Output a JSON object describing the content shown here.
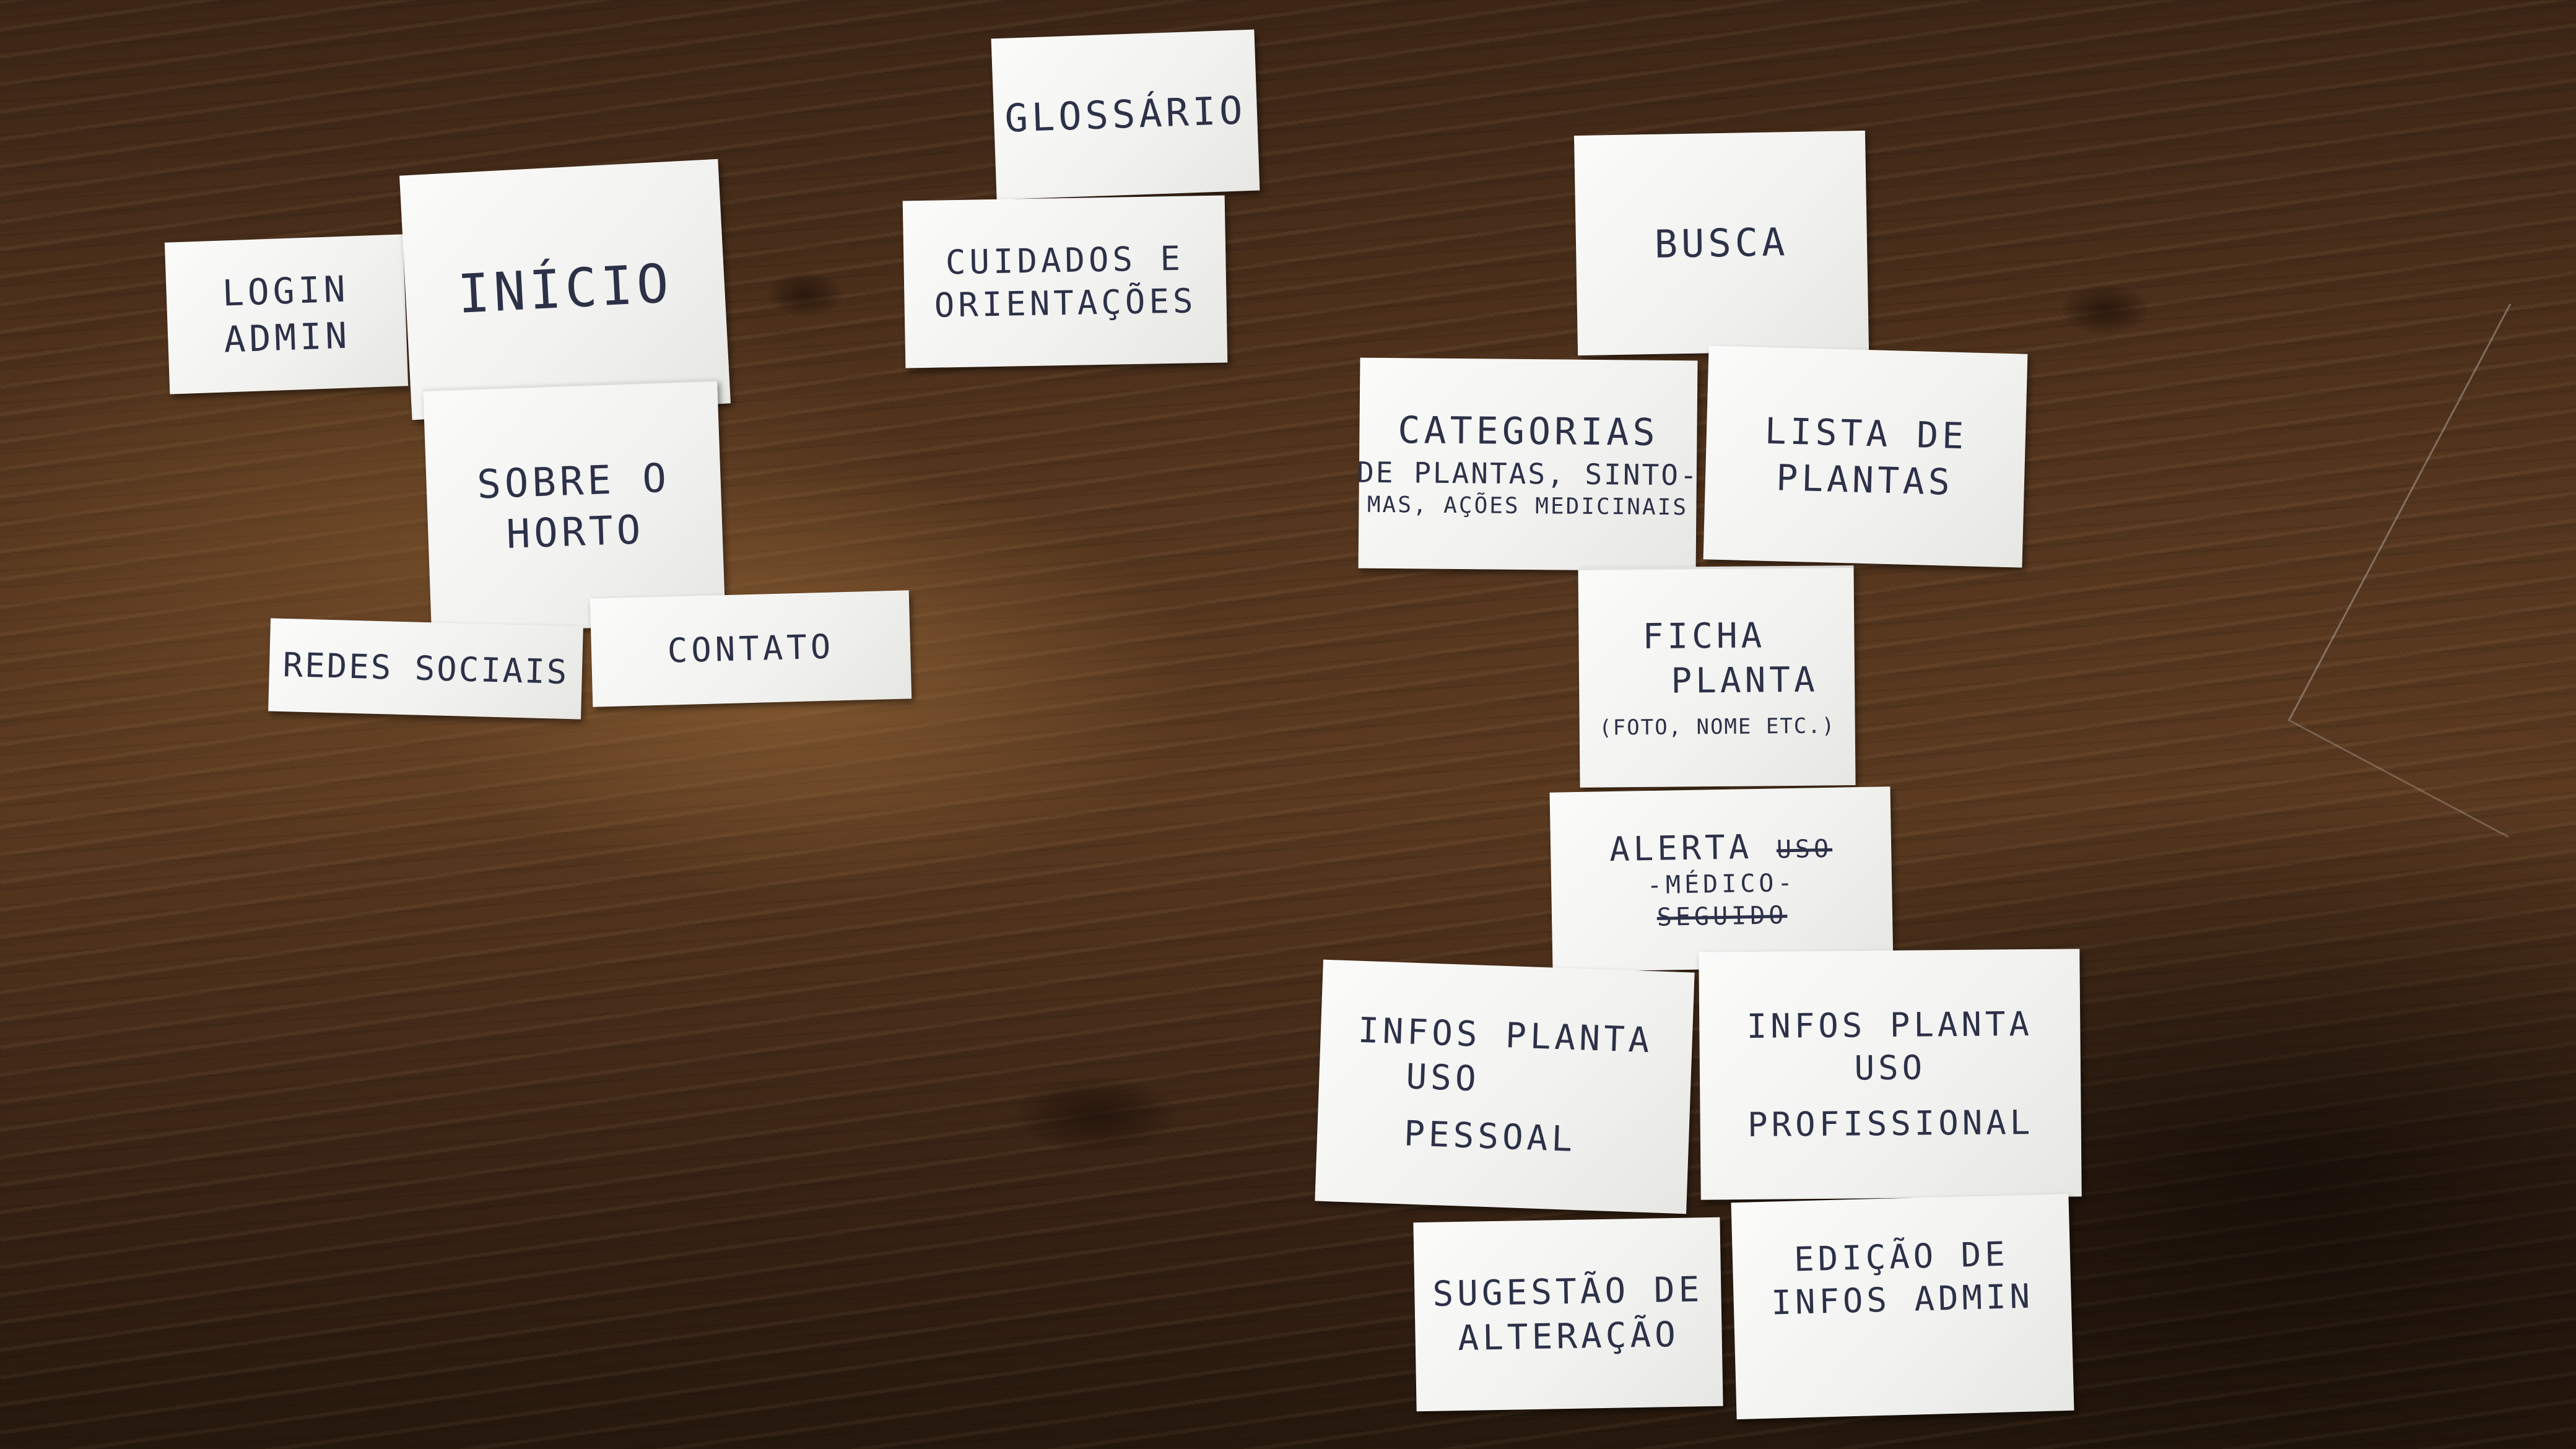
{
  "cards": {
    "login_admin": [
      "LOGIN",
      "ADMIN"
    ],
    "inicio": [
      "INÍCIO"
    ],
    "sobre_horto": [
      "SOBRE O",
      "HORTO"
    ],
    "redes_sociais": [
      "REDES SOCIAIS"
    ],
    "contato": [
      "CONTATO"
    ],
    "glossario": [
      "GLOSSÁRIO"
    ],
    "cuidados": [
      "CUIDADOS E",
      "ORIENTAÇÕES"
    ],
    "busca": [
      "BUSCA"
    ],
    "categorias": [
      "CATEGORIAS",
      "DE PLANTAS, SINTO-",
      "MAS, AÇÕES MEDICINAIS"
    ],
    "lista": [
      "LISTA DE",
      "PLANTAS"
    ],
    "ficha": {
      "line1": "FICHA",
      "line2": "PLANTA",
      "note": "(FOTO, NOME ETC.)"
    },
    "alerta": {
      "line1": "ALERTA",
      "struck1": "USO",
      "line2": "-MÉDICO-",
      "struck2": "SEGUIDO"
    },
    "infos_pessoal": [
      "INFOS PLANTA",
      "USO",
      "PESSOAL"
    ],
    "infos_profissional": [
      "INFOS PLANTA",
      "USO",
      "PROFISSIONAL"
    ],
    "sugestao": [
      "SUGESTÃO DE",
      "ALTERAÇÃO"
    ],
    "edicao": [
      "EDIÇÃO DE",
      "INFOS ADMIN"
    ]
  },
  "colors": {
    "ink": "#2d3148",
    "paper": "#f4f4f2",
    "wood": "#4a2f1a"
  }
}
